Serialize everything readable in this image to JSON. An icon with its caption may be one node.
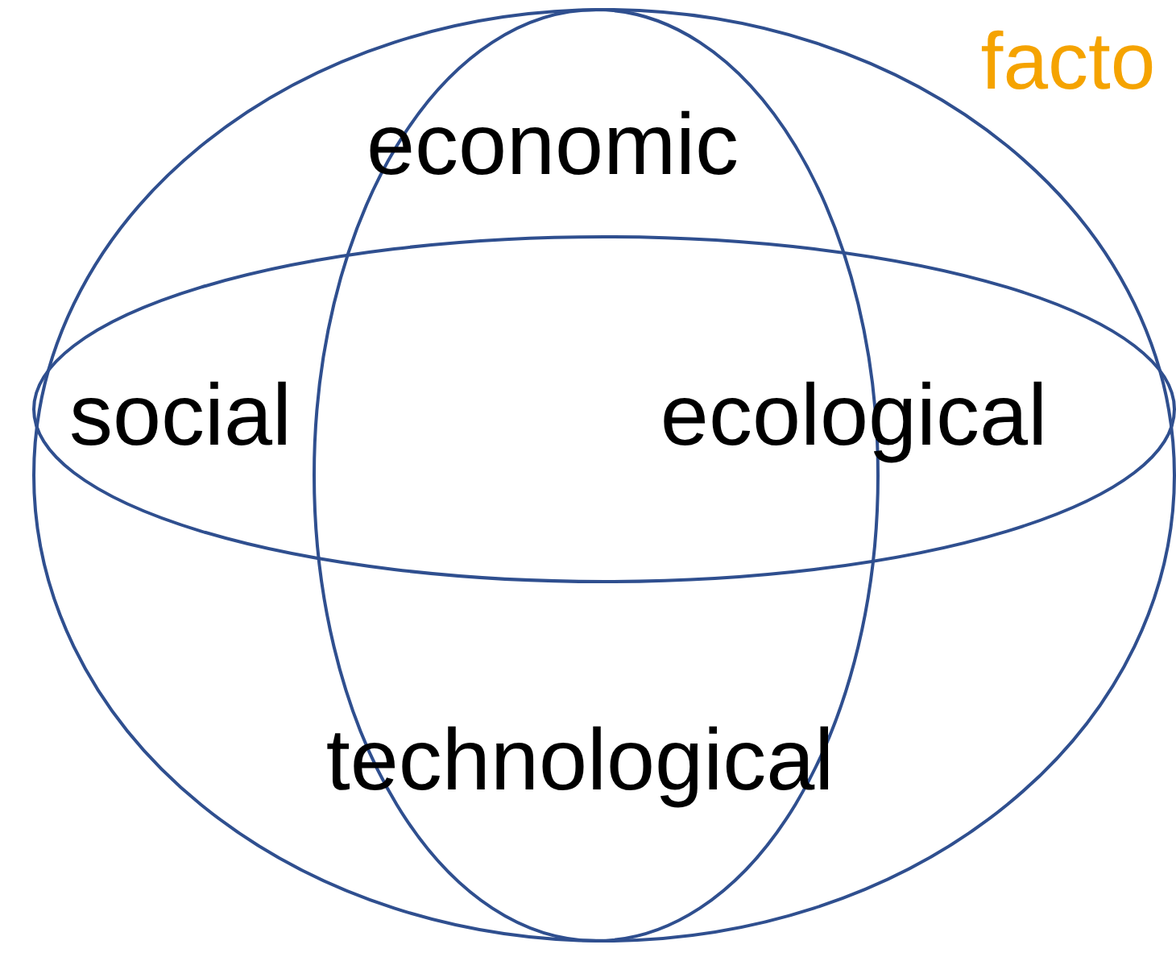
{
  "diagram": {
    "labels": [
      "facto",
      "economic",
      "social",
      "ecological",
      "technological"
    ]
  }
}
